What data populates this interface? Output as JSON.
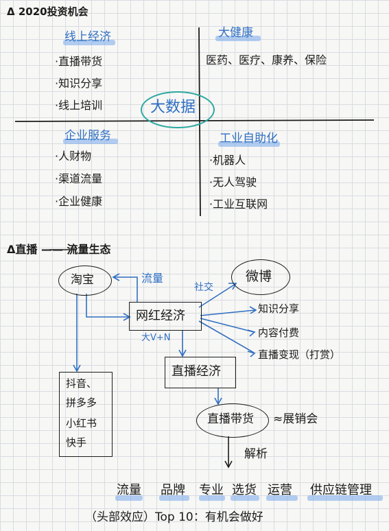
{
  "section1": {
    "title": "Δ 2020投资机会",
    "center_label": "大数据",
    "quadrants": [
      {
        "heading": "线上经济",
        "items": [
          "·直播带货",
          "·知识分享",
          "·线上培训"
        ]
      },
      {
        "heading": "大健康",
        "items": [
          "医药、医疗、康养、保险"
        ]
      },
      {
        "heading": "企业服务",
        "items": [
          "·人财物",
          "·渠道流量",
          "·企业健康"
        ]
      },
      {
        "heading": "工业自助化",
        "items": [
          "·机器人",
          "·无人驾驶",
          "·工业互联网"
        ]
      }
    ]
  },
  "section2": {
    "title": "Δ直播 —— 流量生态",
    "nodes": {
      "taobao": "淘宝",
      "weibo": "微博",
      "wanghong": "网红经济",
      "zhibo": "直播经济",
      "daihuo": "直播带货",
      "platforms": [
        "抖音、",
        "拼多多",
        "小红书",
        "快手"
      ]
    },
    "edge_labels": {
      "liuliang": "流量",
      "shejiao": "社交",
      "bigv": "大V+N",
      "zhanxiao": "≈展销会",
      "jiexi": "解析"
    },
    "outcomes": [
      "知识分享",
      "内容付费",
      "直播变现（打赏）"
    ],
    "keywords": [
      "流量",
      "品牌",
      "专业",
      "选货",
      "运营",
      "供应链管理"
    ],
    "footer": "（头部效应）Top 10：有机会做好"
  },
  "colors": {
    "ink": "#1b1b1b",
    "accent": "#2f6fc2",
    "circle": "#2aa9a0"
  }
}
